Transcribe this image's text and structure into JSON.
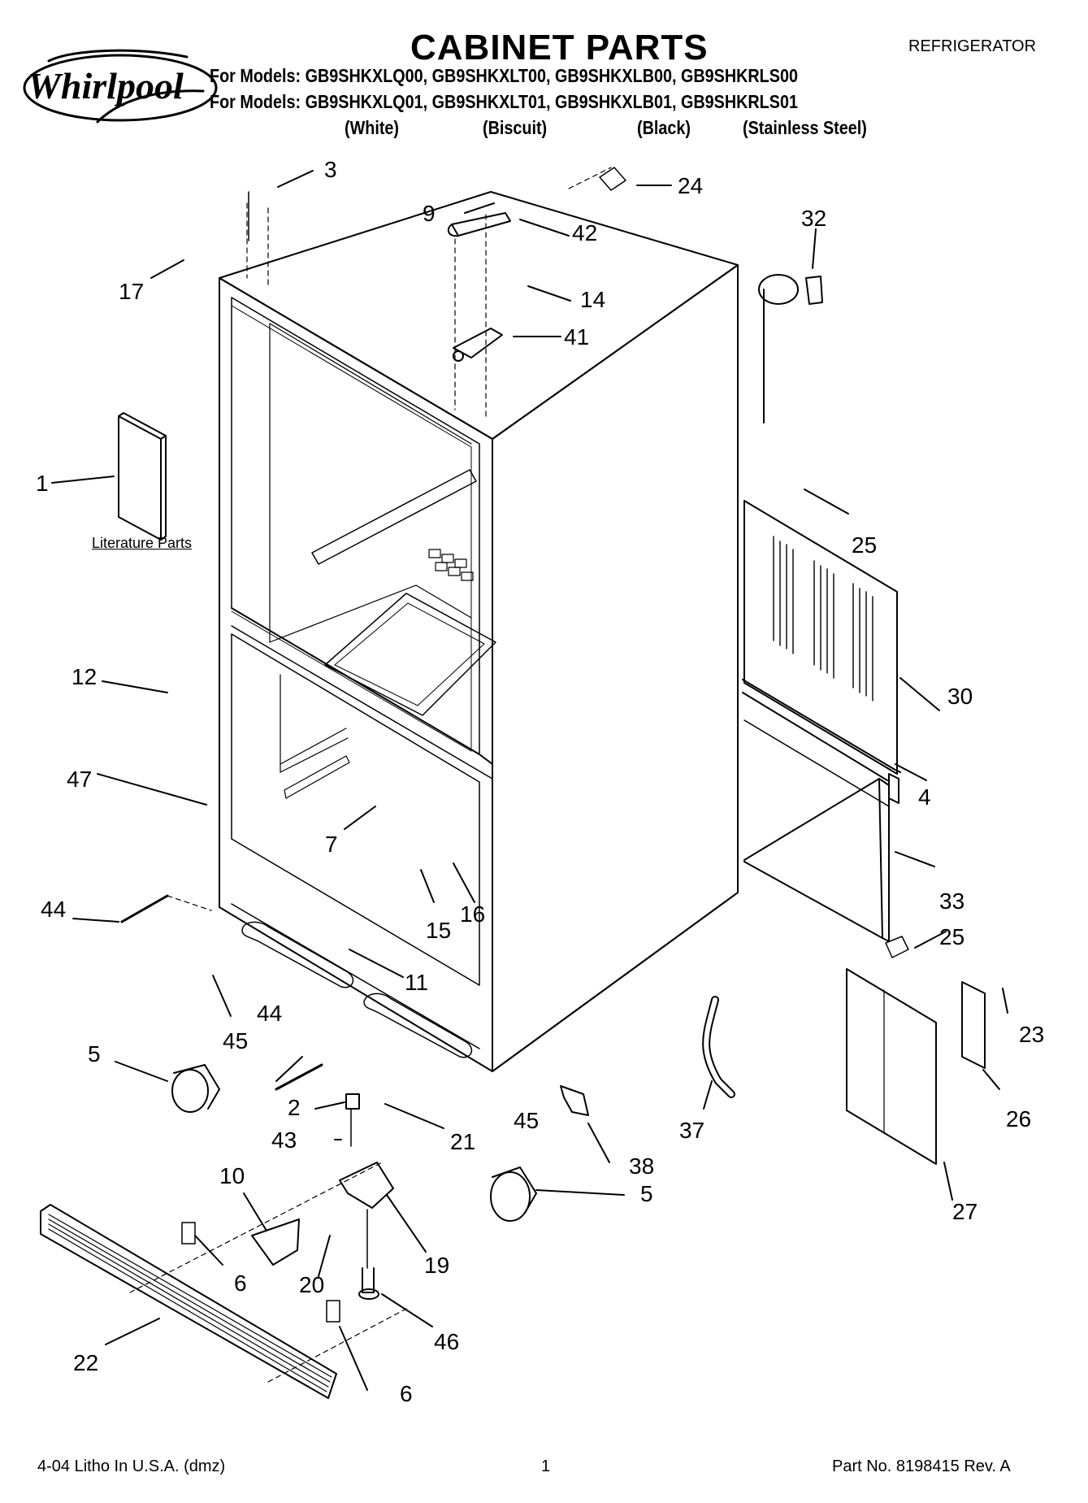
{
  "header": {
    "brand": "Whirlpool",
    "title": "CABINET PARTS",
    "category": "REFRIGERATOR",
    "model_lines": [
      "For Models: GB9SHKXLQ00, GB9SHKXLT00, GB9SHKXLB00, GB9SHKRLS00",
      "For Models: GB9SHKXLQ01, GB9SHKXLT01, GB9SHKXLB01, GB9SHKRLS01"
    ],
    "colors": [
      "(White)",
      "(Biscuit)",
      "(Black)",
      "(Stainless Steel)"
    ]
  },
  "literature_label": "Literature Parts",
  "callouts": [
    "3",
    "24",
    "9",
    "42",
    "32",
    "17",
    "14",
    "41",
    "1",
    "25",
    "12",
    "30",
    "47",
    "4",
    "7",
    "16",
    "33",
    "44",
    "15",
    "25",
    "11",
    "23",
    "45",
    "44",
    "5",
    "26",
    "2",
    "21",
    "45",
    "37",
    "43",
    "38",
    "10",
    "5",
    "19",
    "20",
    "6",
    "46",
    "22",
    "6",
    "27"
  ],
  "footer": {
    "left": "4-04 Litho In U.S.A. (dmz)",
    "center": "1",
    "right": "Part No. 8198415 Rev. A"
  }
}
